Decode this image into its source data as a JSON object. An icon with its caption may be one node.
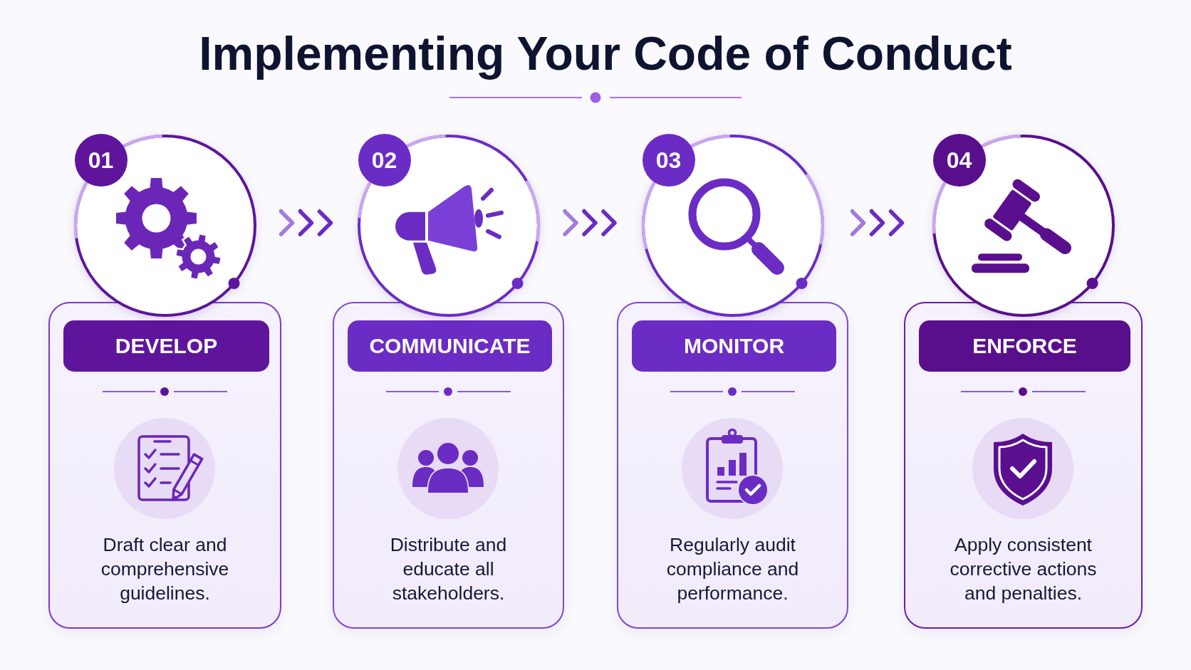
{
  "diagram": {
    "title": "Implementing Your Code of Conduct",
    "nodes": [
      {
        "text": [
          "01"
        ]
      },
      {
        "text": [],
        "shape": "circle"
      },
      {
        "text": [
          "Draft clear and comprehensive guidelines."
        ]
      },
      {
        "text": [
          "DEVELOP"
        ],
        "in": 2
      },
      {
        "text": [
          "02"
        ]
      },
      {
        "text": [],
        "shape": "circle"
      },
      {
        "text": [
          "Distribute and educate all stakeholders."
        ]
      },
      {
        "text": [
          "COMMUNICATE"
        ],
        "in": 6
      },
      {
        "text": [
          "03"
        ]
      },
      {
        "text": [],
        "shape": "circle"
      },
      {
        "text": [
          "Regularly audit compliance and performance."
        ]
      },
      {
        "text": [
          "MONITOR"
        ],
        "in": 10
      },
      {
        "text": [
          "04"
        ]
      },
      {
        "text": [],
        "shape": "circle"
      },
      {
        "text": [
          "Apply consistent corrective actions and penalties."
        ]
      },
      {
        "text": [
          "ENFORCE"
        ],
        "in": 14
      }
    ],
    "edges": [
      {
        "from": 1,
        "to": 5,
        "arrow": "to"
      },
      {
        "from": 5,
        "to": 9,
        "arrow": "to"
      },
      {
        "from": 9,
        "to": 13,
        "arrow": "to"
      }
    ]
  }
}
